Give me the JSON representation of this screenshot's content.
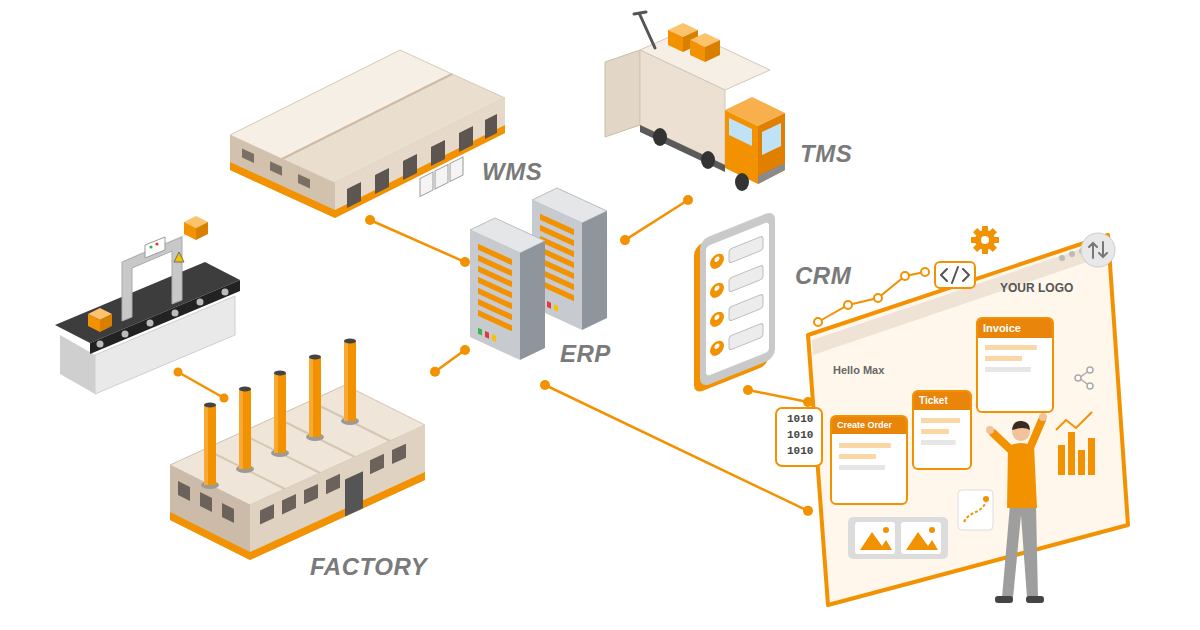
{
  "diagram": {
    "nodes": [
      {
        "text": [
          "WMS"
        ]
      },
      {
        "text": [
          "TMS"
        ]
      },
      {
        "text": [
          "ERP"
        ]
      },
      {
        "text": [
          "CRM"
        ]
      },
      {
        "text": [
          "YOUR LOGO",
          "Hello Max"
        ]
      },
      {
        "text": [
          "Invoice"
        ],
        "in": 4
      },
      {
        "text": [
          "Create Order"
        ],
        "in": 4
      },
      {
        "text": [
          "Ticket"
        ],
        "in": 4
      },
      {
        "text": [
          "FACTORY"
        ]
      }
    ],
    "edges": [
      {
        "from": 2,
        "to": 0,
        "arrow": "none"
      },
      {
        "from": 2,
        "to": 1,
        "arrow": "none"
      },
      {
        "from": 2,
        "to": 8,
        "arrow": "none"
      },
      {
        "from": 2,
        "to": 4,
        "arrow": "none"
      },
      {
        "from": 3,
        "to": 4,
        "arrow": "none"
      }
    ],
    "labels": [
      "1010",
      "1010",
      "1010"
    ]
  }
}
